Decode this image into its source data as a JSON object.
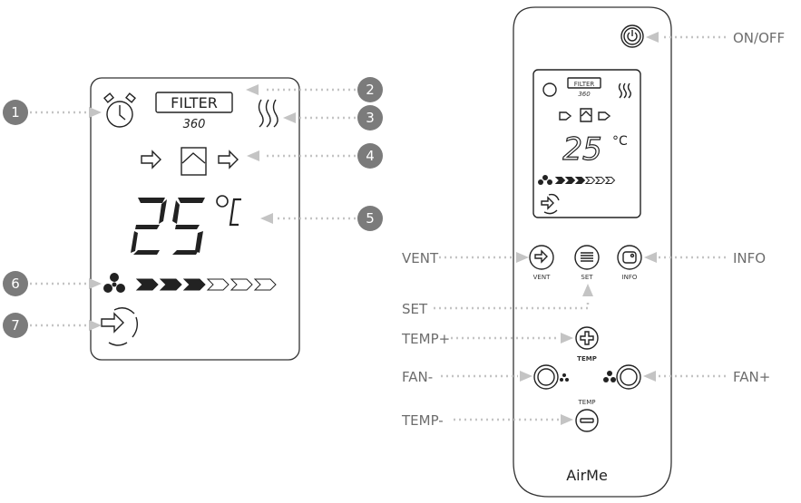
{
  "lcd": {
    "filter_label": "FILTER",
    "filter_value": "360",
    "temperature": "25",
    "unit": "°C",
    "fan_level": 3,
    "fan_levels_total": 6
  },
  "callouts": [
    "1",
    "2",
    "3",
    "4",
    "5",
    "6",
    "7"
  ],
  "remote": {
    "brand": "AirMe",
    "buttons": {
      "vent": "VENT",
      "set": "SET",
      "info": "INFO",
      "temp_plus_caption": "TEMP",
      "temp_minus_caption": "TEMP"
    }
  },
  "labels": {
    "on_off": "ON/OFF",
    "vent": "VENT",
    "info": "INFO",
    "set": "SET",
    "temp_plus": "TEMP+",
    "fan_minus": "FAN-",
    "fan_plus": "FAN+",
    "temp_minus": "TEMP-"
  },
  "colors": {
    "badge": "#7b7b7b",
    "leader": "#c4c4c4"
  }
}
